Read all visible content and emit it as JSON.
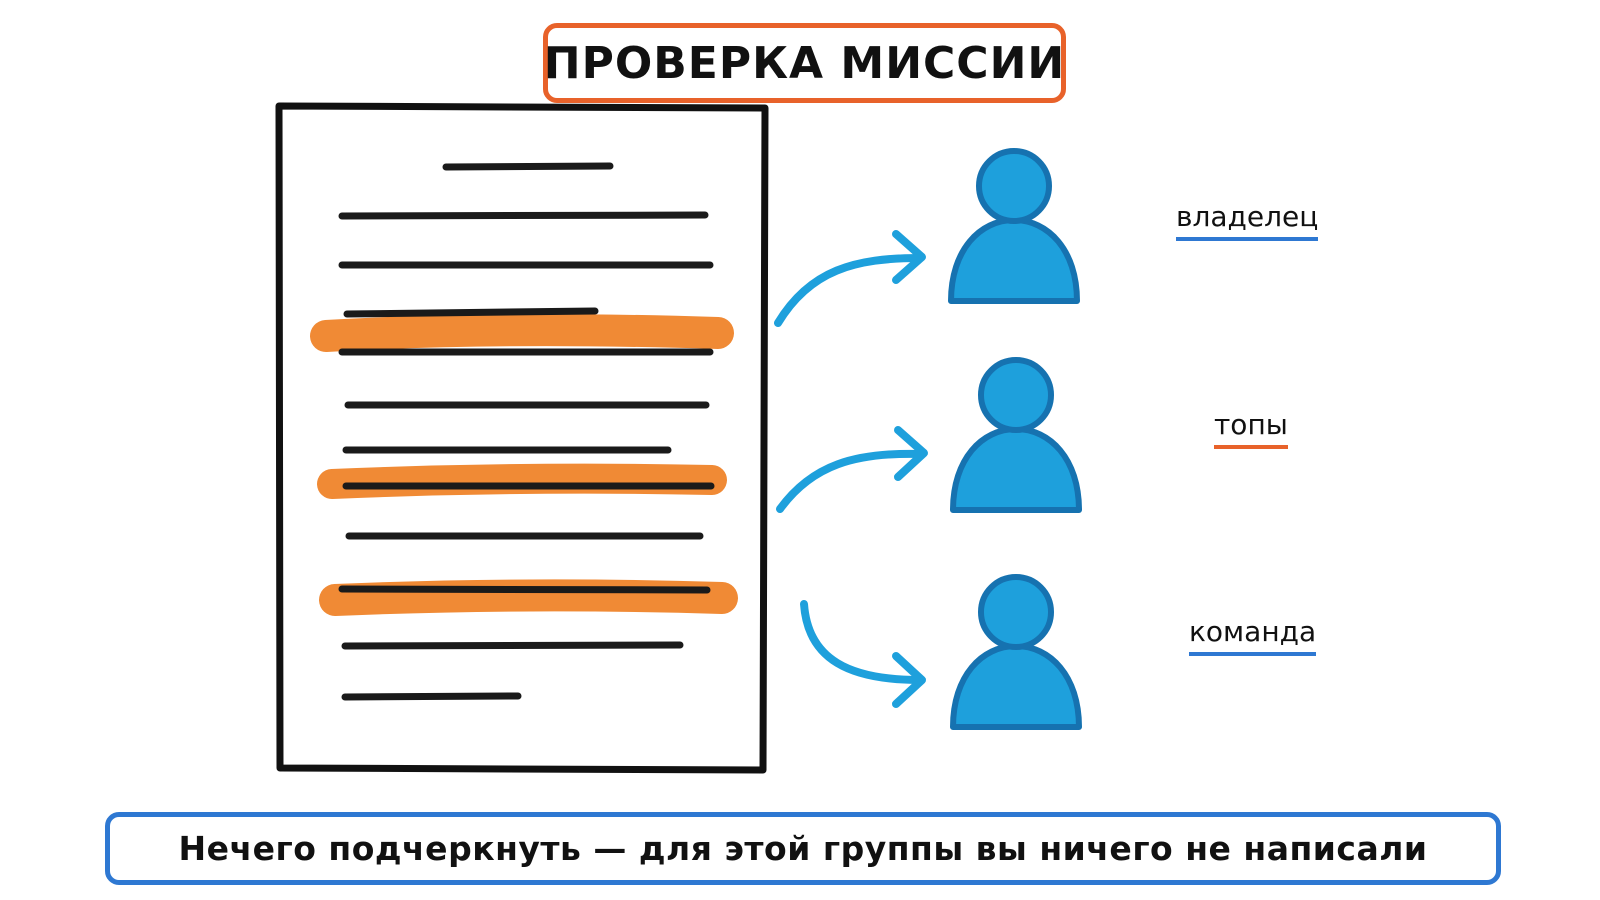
{
  "title": "ПРОВЕРКА МИССИИ",
  "document": {
    "highlighted_line_count": 3,
    "highlight_color": "#F08A35"
  },
  "roles": [
    {
      "label": "владелец",
      "underline_color": "#2E78D2"
    },
    {
      "label": "топы",
      "underline_color": "#E8622A"
    },
    {
      "label": "команда",
      "underline_color": "#2E78D2"
    }
  ],
  "message": "Нечего подчеркнуть — для этой группы вы ничего не написали",
  "colors": {
    "accent_orange": "#E8622A",
    "accent_blue": "#2E78D2",
    "person_fill": "#1EA0DC",
    "person_outline": "#1672B0",
    "arrow": "#1EA0DC"
  },
  "icons": [
    "document-icon",
    "arrow-icon",
    "person-icon"
  ]
}
